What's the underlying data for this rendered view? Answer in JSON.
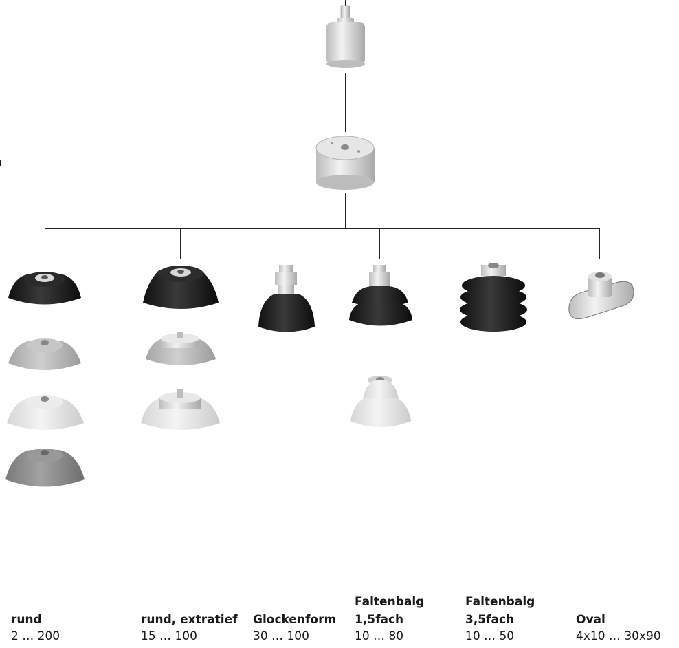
{
  "colors": {
    "line": "#222222",
    "cup_black": "#1c1c1c",
    "cup_grey_light": "#bdbdbd",
    "cup_grey_mid": "#a8a8a8",
    "cup_grey_dark": "#8e8e8e",
    "cup_white": "#e8e8e8",
    "metal": "#d2d2d2"
  },
  "components": {
    "adapter_top": "threaded-adapter",
    "adapter_disc": "round-adapter-disc"
  },
  "columns": [
    {
      "title_line1": "",
      "title_line2": "rund",
      "range": "2 … 200",
      "materials": [
        "black",
        "grey-light",
        "white",
        "grey-dark"
      ],
      "shape": "flat"
    },
    {
      "title_line1": "",
      "title_line2": "rund, extratief",
      "range": "15 … 100",
      "materials": [
        "black",
        "grey-light",
        "grey-light"
      ],
      "shape": "deep"
    },
    {
      "title_line1": "",
      "title_line2": "Glockenform",
      "range": "30 … 100",
      "materials": [
        "black"
      ],
      "shape": "bell"
    },
    {
      "title_line1": "Faltenbalg",
      "title_line2": "1,5fach",
      "range": "10 … 80",
      "materials": [
        "black",
        "white"
      ],
      "shape": "bellows15"
    },
    {
      "title_line1": "Faltenbalg",
      "title_line2": "3,5fach",
      "range": "10 … 50",
      "materials": [
        "black"
      ],
      "shape": "bellows35"
    },
    {
      "title_line1": "",
      "title_line2": "Oval",
      "range": "4x10 … 30x90",
      "materials": [
        "metal"
      ],
      "shape": "oval"
    }
  ]
}
